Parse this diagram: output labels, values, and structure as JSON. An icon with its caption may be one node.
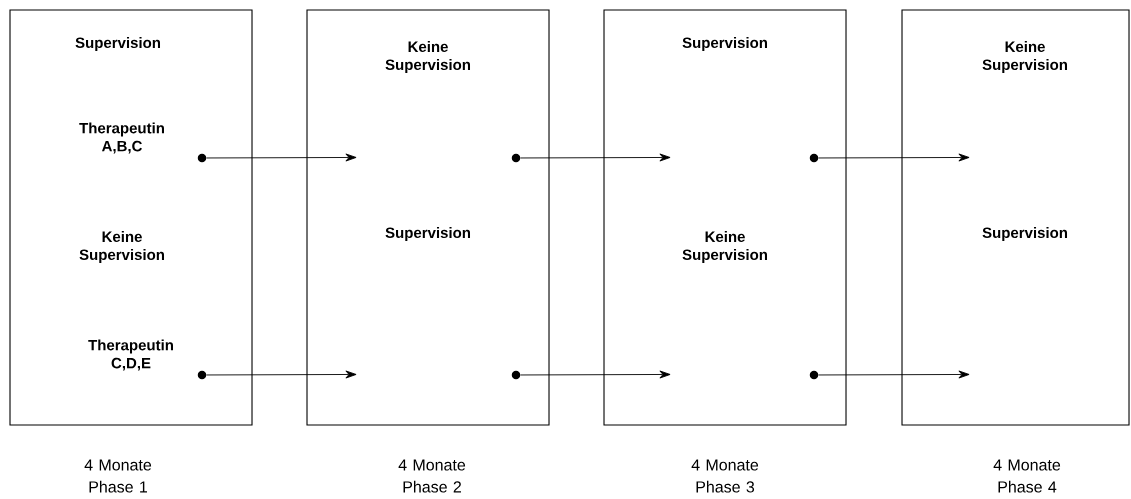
{
  "diagram": {
    "nodes": [
      {
        "text": [
          "Supervision",
          "Therapeutin A,B,C",
          "Keine Supervision",
          "Therapeutin C,D,E"
        ],
        "beside": [
          "4 Monate Phase 1"
        ]
      },
      {
        "text": [],
        "shape": "circle",
        "in": 0
      },
      {
        "text": [],
        "shape": "circle",
        "in": 0
      },
      {
        "text": [
          "Keine Supervision",
          "Supervision"
        ],
        "beside": [
          "4 Monate Phase 2"
        ]
      },
      {
        "text": [],
        "shape": "circle",
        "in": 3
      },
      {
        "text": [],
        "shape": "circle",
        "in": 3
      },
      {
        "text": [
          "Supervision",
          "Keine Supervision"
        ],
        "beside": [
          "4 Monate Phase 3"
        ]
      },
      {
        "text": [],
        "shape": "circle",
        "in": 6
      },
      {
        "text": [],
        "shape": "circle",
        "in": 6
      },
      {
        "text": [
          "Keine Supervision",
          "Supervision"
        ],
        "beside": [
          "4 Monate Phase 4"
        ]
      }
    ],
    "edges": [
      {
        "from": 1,
        "to": 3,
        "arrow": "to"
      },
      {
        "from": 2,
        "to": 3,
        "arrow": "to"
      },
      {
        "from": 4,
        "to": 6,
        "arrow": "to"
      },
      {
        "from": 5,
        "to": 6,
        "arrow": "to"
      },
      {
        "from": 7,
        "to": 9,
        "arrow": "to"
      },
      {
        "from": 8,
        "to": 9,
        "arrow": "to"
      }
    ]
  }
}
